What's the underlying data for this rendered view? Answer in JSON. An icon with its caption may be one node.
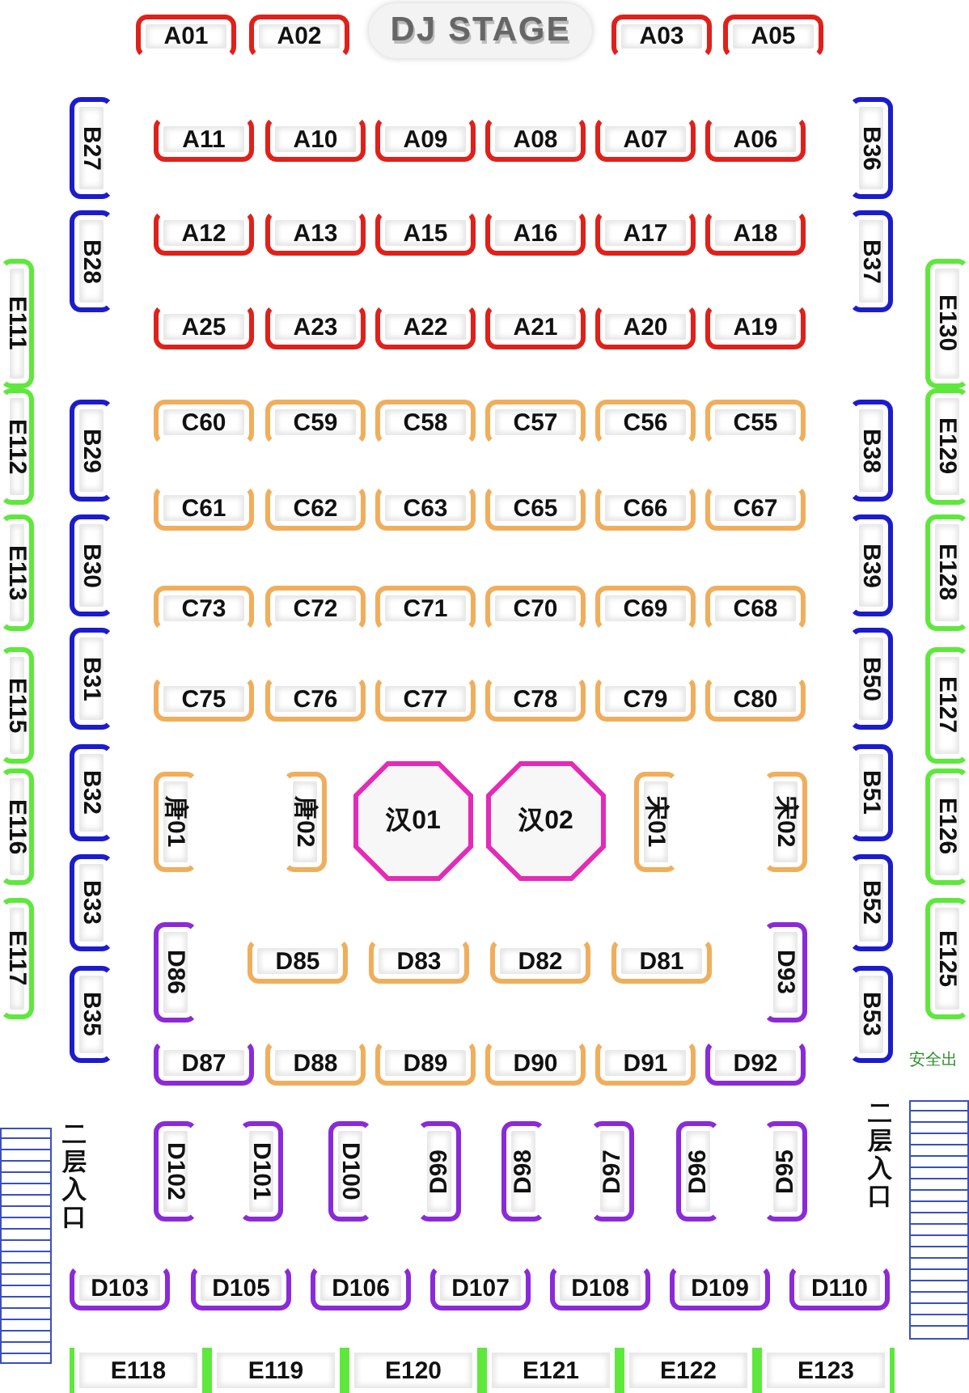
{
  "diagram": {
    "nodes": [
      {
        "text": [
          "A01"
        ]
      },
      {
        "text": [
          "A02"
        ]
      },
      {
        "text": [
          "DJ STAGE"
        ]
      },
      {
        "text": [
          "A03"
        ]
      },
      {
        "text": [
          "A05"
        ]
      },
      {
        "text": [
          "B27"
        ]
      },
      {
        "text": [
          "A11"
        ]
      },
      {
        "text": [
          "A10"
        ]
      },
      {
        "text": [
          "A09"
        ]
      },
      {
        "text": [
          "A08"
        ]
      },
      {
        "text": [
          "A07"
        ]
      },
      {
        "text": [
          "A06"
        ]
      },
      {
        "text": [
          "B36"
        ]
      },
      {
        "text": [
          "B28"
        ]
      },
      {
        "text": [
          "A12"
        ]
      },
      {
        "text": [
          "A13"
        ]
      },
      {
        "text": [
          "A15"
        ]
      },
      {
        "text": [
          "A16"
        ]
      },
      {
        "text": [
          "A17"
        ]
      },
      {
        "text": [
          "A18"
        ]
      },
      {
        "text": [
          "B37"
        ]
      },
      {
        "text": [
          "E111"
        ]
      },
      {
        "text": [
          "A25"
        ]
      },
      {
        "text": [
          "A23"
        ]
      },
      {
        "text": [
          "A22"
        ]
      },
      {
        "text": [
          "A21"
        ]
      },
      {
        "text": [
          "A20"
        ]
      },
      {
        "text": [
          "A19"
        ]
      },
      {
        "text": [
          "E130"
        ]
      },
      {
        "text": [
          "E112"
        ]
      },
      {
        "text": [
          "B29"
        ]
      },
      {
        "text": [
          "C60"
        ]
      },
      {
        "text": [
          "C59"
        ]
      },
      {
        "text": [
          "C58"
        ]
      },
      {
        "text": [
          "C57"
        ]
      },
      {
        "text": [
          "C56"
        ]
      },
      {
        "text": [
          "C55"
        ]
      },
      {
        "text": [
          "B38"
        ]
      },
      {
        "text": [
          "E129"
        ]
      },
      {
        "text": [
          "C61"
        ]
      },
      {
        "text": [
          "C62"
        ]
      },
      {
        "text": [
          "C63"
        ]
      },
      {
        "text": [
          "C65"
        ]
      },
      {
        "text": [
          "C66"
        ]
      },
      {
        "text": [
          "C67"
        ]
      },
      {
        "text": [
          "E113"
        ]
      },
      {
        "text": [
          "B30"
        ]
      },
      {
        "text": [
          "C73"
        ]
      },
      {
        "text": [
          "C72"
        ]
      },
      {
        "text": [
          "C71"
        ]
      },
      {
        "text": [
          "C70"
        ]
      },
      {
        "text": [
          "C69"
        ]
      },
      {
        "text": [
          "C68"
        ]
      },
      {
        "text": [
          "B39"
        ]
      },
      {
        "text": [
          "E128"
        ]
      },
      {
        "text": [
          "E115"
        ]
      },
      {
        "text": [
          "B31"
        ]
      },
      {
        "text": [
          "C75"
        ]
      },
      {
        "text": [
          "C76"
        ]
      },
      {
        "text": [
          "C77"
        ]
      },
      {
        "text": [
          "C78"
        ]
      },
      {
        "text": [
          "C79"
        ]
      },
      {
        "text": [
          "C80"
        ]
      },
      {
        "text": [
          "B50"
        ]
      },
      {
        "text": [
          "E127"
        ]
      },
      {
        "text": [
          "E116"
        ]
      },
      {
        "text": [
          "B32"
        ]
      },
      {
        "text": [
          "唐01"
        ]
      },
      {
        "text": [
          "唐02"
        ]
      },
      {
        "text": [
          "汉01"
        ]
      },
      {
        "text": [
          "汉02"
        ]
      },
      {
        "text": [
          "宋01"
        ]
      },
      {
        "text": [
          "宋02"
        ]
      },
      {
        "text": [
          "B51"
        ]
      },
      {
        "text": [
          "E126"
        ]
      },
      {
        "text": [
          "B33"
        ]
      },
      {
        "text": [
          "B52"
        ]
      },
      {
        "text": [
          "E117"
        ]
      },
      {
        "text": [
          "D86"
        ]
      },
      {
        "text": [
          "D85"
        ]
      },
      {
        "text": [
          "D83"
        ]
      },
      {
        "text": [
          "D82"
        ]
      },
      {
        "text": [
          "D81"
        ]
      },
      {
        "text": [
          "D93"
        ]
      },
      {
        "text": [
          "E125"
        ]
      },
      {
        "text": [
          "B35"
        ]
      },
      {
        "text": [
          "B53"
        ]
      },
      {
        "text": [
          "D87"
        ]
      },
      {
        "text": [
          "D88"
        ]
      },
      {
        "text": [
          "D89"
        ]
      },
      {
        "text": [
          "D90"
        ]
      },
      {
        "text": [
          "D91"
        ]
      },
      {
        "text": [
          "D92"
        ]
      },
      {
        "text": [
          "D102"
        ]
      },
      {
        "text": [
          "D101"
        ]
      },
      {
        "text": [
          "D100"
        ]
      },
      {
        "text": [
          "D99"
        ]
      },
      {
        "text": [
          "D98"
        ]
      },
      {
        "text": [
          "D97"
        ]
      },
      {
        "text": [
          "D96"
        ]
      },
      {
        "text": [
          "D95"
        ]
      },
      {
        "text": [
          "D103"
        ]
      },
      {
        "text": [
          "D105"
        ]
      },
      {
        "text": [
          "D106"
        ]
      },
      {
        "text": [
          "D107"
        ]
      },
      {
        "text": [
          "D108"
        ]
      },
      {
        "text": [
          "D109"
        ]
      },
      {
        "text": [
          "D110"
        ]
      },
      {
        "text": [
          "E118"
        ]
      },
      {
        "text": [
          "E119"
        ]
      },
      {
        "text": [
          "E120"
        ]
      },
      {
        "text": [
          "E121"
        ]
      },
      {
        "text": [
          "E122"
        ]
      },
      {
        "text": [
          "E123"
        ]
      }
    ],
    "labels": [
      "安全出",
      "二层入口",
      "二层入口"
    ]
  }
}
